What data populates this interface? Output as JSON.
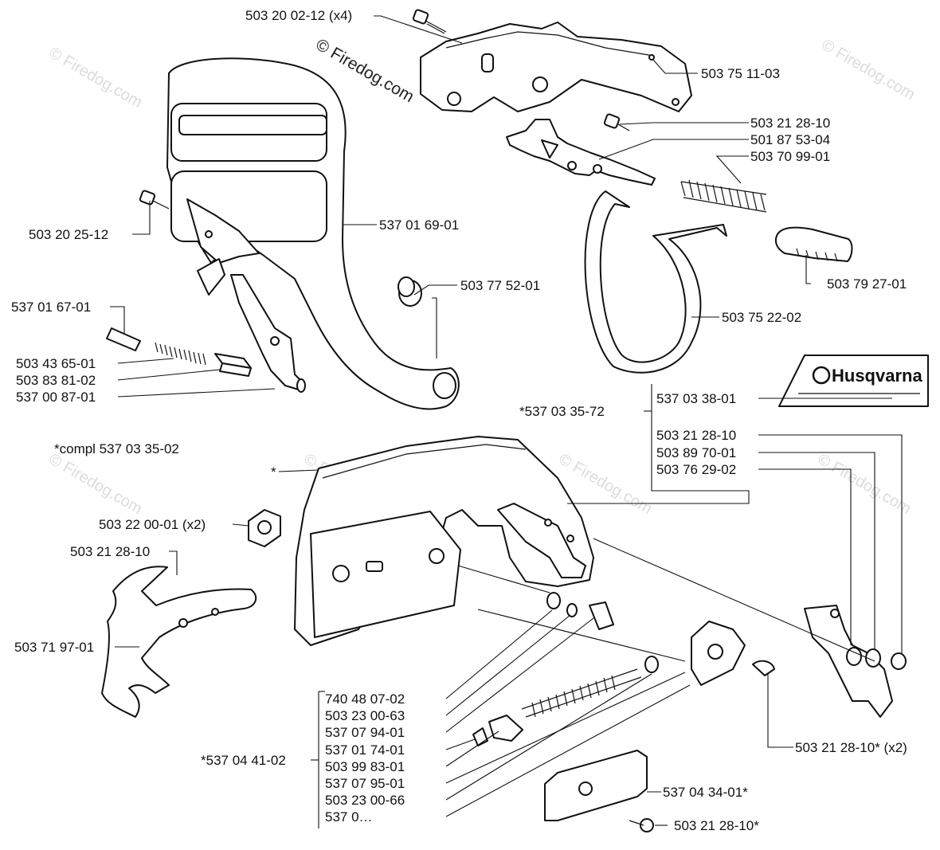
{
  "watermark": {
    "main": "© Firedog.com",
    "repeat": "© Firedog.com"
  },
  "brand": {
    "logo_text": "Husqvarna"
  },
  "notes": {
    "compl": "*compl 537 03 35-02",
    "assembly_star": "*"
  },
  "labels": {
    "l01": "503 20 02-12 (x4)",
    "l02": "503 75 11-03",
    "l03": "503 21 28-10",
    "l04": "501 87 53-04",
    "l05": "503 70 99-01",
    "l06": "503 20 25-12",
    "l07": "537 01 69-01",
    "l08": "537 01 67-01",
    "l09": "503 77 52-01",
    "l10": "503 79 27-01",
    "l11": "503 43 65-01",
    "l12": "503 83 81-02",
    "l13": "537 00 87-01",
    "l14": "503 75 22-02",
    "l15": "*537 03 35-72",
    "l16": "537 03 38-01",
    "l17": "503 21 28-10",
    "l18": "503 89 70-01",
    "l19": "503 76 29-02",
    "l20": "503 22 00-01 (x2)",
    "l21": "503 21 28-10",
    "l22": "503 71 97-01",
    "l23": "740 48 07-02",
    "l24": "503 23 00-63",
    "l25": "537 07 94-01",
    "l26": "*537 04 41-02",
    "l27": "537 01 74-01",
    "l28": "503 99 83-01",
    "l29": "537 07 95-01",
    "l30": "503 23 00-66",
    "l31": "537 0…",
    "l32": "503 21 28-10* (x2)",
    "l33": "537 04 34-01*",
    "l34": "503 21 28-10*"
  }
}
